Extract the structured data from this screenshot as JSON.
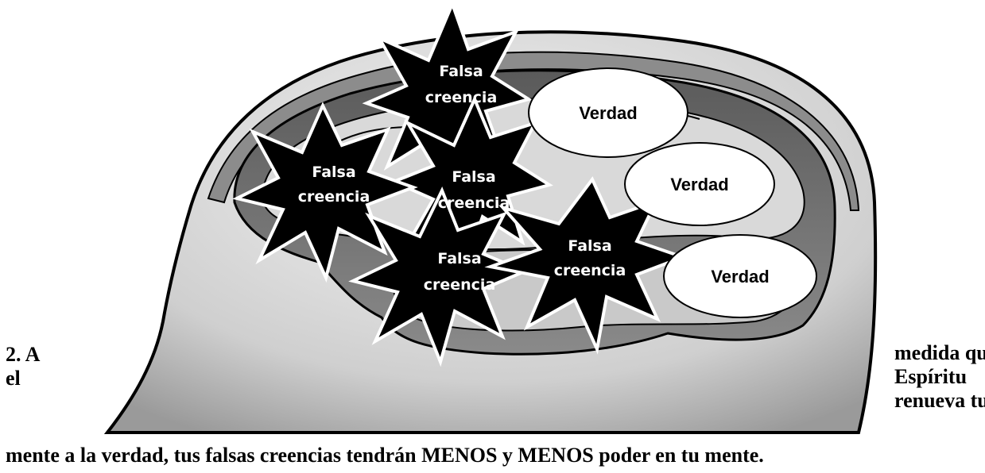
{
  "stars": [
    {
      "line1": "Falsa",
      "line2": "creencia"
    },
    {
      "line1": "Falsa",
      "line2": "creencia"
    },
    {
      "line1": "Falsa",
      "line2": "creencia"
    },
    {
      "line1": "Falsa",
      "line2": "creencia"
    },
    {
      "line1": "Falsa",
      "line2": "creencia"
    }
  ],
  "ovals": [
    {
      "label": "Verdad"
    },
    {
      "label": "Verdad"
    },
    {
      "label": "Verdad"
    }
  ],
  "caption": {
    "left_line1": "2. A",
    "left_line2": "el",
    "right_line1": "medida que",
    "right_line2": "Espíritu",
    "right_line3": "renueva tu",
    "bottom": "mente a la verdad, tus falsas creencias tendrán MENOS y MENOS poder en tu mente."
  }
}
